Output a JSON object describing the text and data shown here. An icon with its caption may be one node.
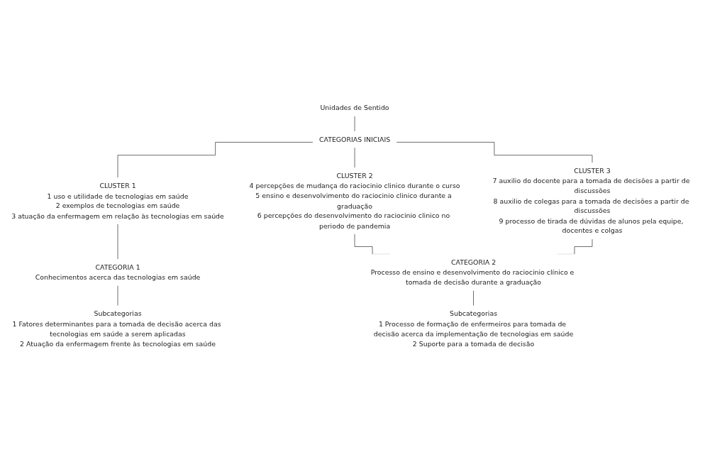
{
  "diagram": {
    "nodes": [
      {
        "text": [
          "Unidades de Sentido"
        ]
      },
      {
        "text": [
          "CATEGORIAS INICIAIS"
        ]
      },
      {
        "text": [
          "CLUSTER 1",
          "1 uso e utilidade de tecnologias em saúde",
          "2 exemplos de tecnologias em saúde",
          "3 atuação da enfermagem em relação às tecnologias em saúde"
        ]
      },
      {
        "text": [
          "CLUSTER 2",
          "4 percepções de mudança do raciocinio clinico durante o curso",
          "5 ensino e desenvolvimento do raciocinio clinico durante a graduação",
          "6 percepções do desenvolvimento do raciocinio clinico no periodo de pandemia"
        ]
      },
      {
        "text": [
          "CLUSTER 3",
          "7 auxilio do docente para a tomada de decisões a partir de discussões",
          "8 auxilio de colegas para a tomada de decisões a partir de discussões",
          "9 processo de tirada de dúvidas de alunos pela equipe, docentes e colgas"
        ]
      },
      {
        "text": [
          "CATEGORIA 1",
          "Conhecimentos acerca das tecnologias em saúde"
        ]
      },
      {
        "text": [
          "CATEGORIA 2",
          "Processo de ensino e desenvolvimento do raciocinio clínico e tomada de decisão durante a graduação"
        ]
      },
      {
        "text": [
          "Subcategorias",
          "1 Fatores determinantes para a tomada de decisão acerca das tecnologias em saúde a serem aplicadas",
          "2 Atuação da enfermagem frente às tecnologias em saúde"
        ]
      },
      {
        "text": [
          "Subcategorias",
          "1 Processo de formação de enfermeiros para tomada de decisão acerca da implementação de tecnologias em saúde",
          "2 Suporte para a tomada de decisão"
        ]
      }
    ],
    "edges": [
      {
        "from": 0,
        "to": 1,
        "arrow": "none"
      },
      {
        "from": 1,
        "to": 2,
        "arrow": "none"
      },
      {
        "from": 1,
        "to": 3,
        "arrow": "none"
      },
      {
        "from": 1,
        "to": 4,
        "arrow": "none"
      },
      {
        "from": 2,
        "to": 5,
        "arrow": "none"
      },
      {
        "from": 3,
        "to": 6,
        "arrow": "none"
      },
      {
        "from": 4,
        "to": 6,
        "arrow": "none"
      },
      {
        "from": 5,
        "to": 7,
        "arrow": "none"
      },
      {
        "from": 6,
        "to": 8,
        "arrow": "none"
      }
    ]
  }
}
